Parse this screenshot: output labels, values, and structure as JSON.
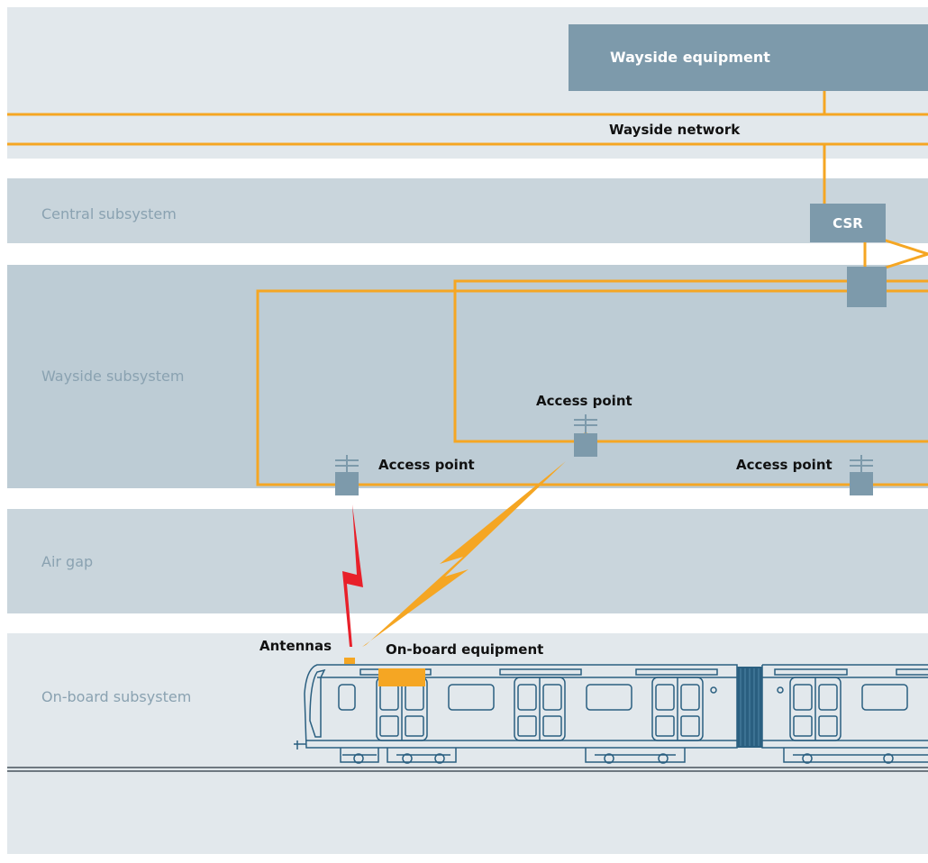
{
  "layers": {
    "central": "Central subsystem",
    "wayside": "Wayside subsystem",
    "air_gap": "Air gap",
    "onboard": "On-board subsystem"
  },
  "network": {
    "equipment_label": "Wayside equipment",
    "network_label": "Wayside network",
    "csr_label": "CSR"
  },
  "access_points": {
    "left": "Access point",
    "center": "Access point",
    "right": "Access point"
  },
  "train": {
    "antennas_label": "Antennas",
    "equipment_label": "On-board equipment"
  },
  "colors": {
    "link": "#f5a623",
    "radio_active": "#e8202a",
    "box": "#7d9aab",
    "train_line": "#2a5f80",
    "band_light": "#e2e8ec",
    "band_mid": "#c9d5dc",
    "band_dark": "#bdccd5",
    "side_label": "#8aa2b1"
  }
}
